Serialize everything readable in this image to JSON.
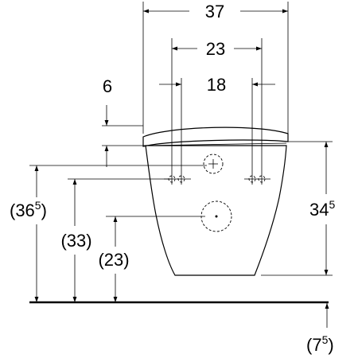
{
  "dimensions": {
    "overall_width": "37",
    "outlet_spacing": "23",
    "inlet_spacing": "18",
    "lid_offset": "6",
    "bowl_height": {
      "main": "34",
      "sup": "5"
    },
    "inlet_height": {
      "main": "(36",
      "sup": "5",
      "close": ")"
    },
    "upper_outlet_height": "(33)",
    "lower_outlet_height": "(23)",
    "floor_offset": {
      "main": "(7",
      "sup": "5",
      "close": ")"
    }
  }
}
